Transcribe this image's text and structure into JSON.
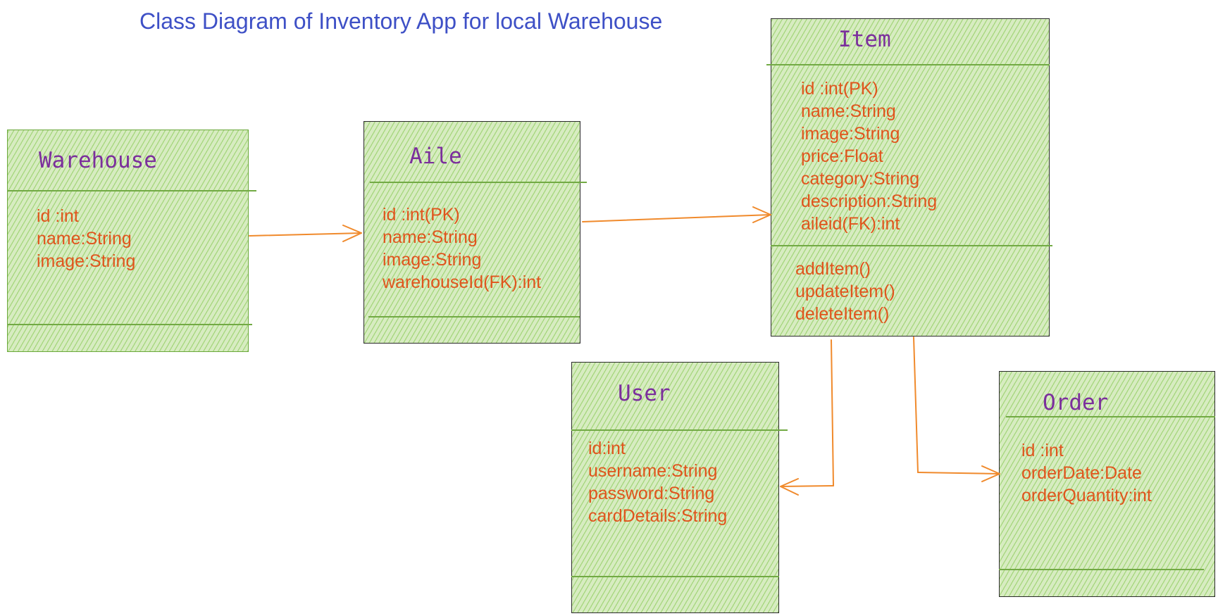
{
  "title": "Class Diagram of Inventory App for local Warehouse",
  "colors": {
    "title": "#3e50c6",
    "class_name": "#7b2f9c",
    "member": "#e0541c",
    "fill": "#d7ecc1",
    "hatch": "#7ec446",
    "arrow": "#f08a2c"
  },
  "classes": {
    "warehouse": {
      "name": "Warehouse",
      "attributes": [
        "id :int",
        "name:String",
        "image:String"
      ],
      "methods": []
    },
    "aile": {
      "name": "Aile",
      "attributes": [
        "id :int(PK)",
        "name:String",
        "image:String",
        "warehouseId(FK):int"
      ],
      "methods": []
    },
    "item": {
      "name": "Item",
      "attributes": [
        "id :int(PK)",
        "name:String",
        "image:String",
        "price:Float",
        "category:String",
        "description:String",
        "aileid(FK):int"
      ],
      "methods": [
        "addItem()",
        "updateItem()",
        "deleteItem()"
      ]
    },
    "user": {
      "name": "User",
      "attributes": [
        "id:int",
        "username:String",
        "password:String",
        "cardDetails:String"
      ],
      "methods": []
    },
    "order": {
      "name": "Order",
      "attributes": [
        "id :int",
        "orderDate:Date",
        "orderQuantity:int"
      ],
      "methods": []
    }
  },
  "associations": [
    {
      "from": "warehouse",
      "to": "aile"
    },
    {
      "from": "aile",
      "to": "item"
    },
    {
      "from": "item",
      "to": "user"
    },
    {
      "from": "item",
      "to": "order"
    }
  ]
}
